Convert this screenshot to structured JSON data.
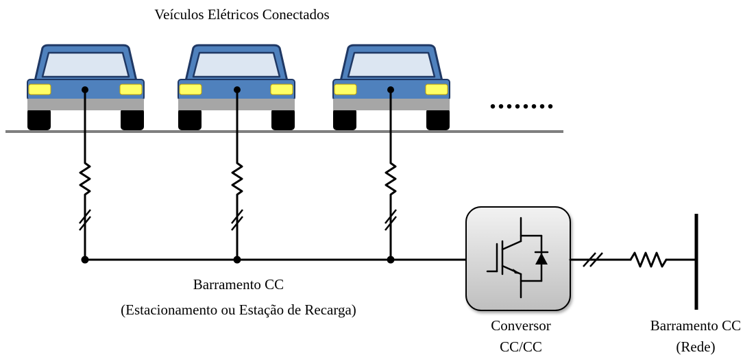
{
  "title": "Veículos Elétricos Conectados",
  "ellipsis": "........",
  "dc_bus_parking": {
    "line1": "Barramento CC",
    "line2": "(Estacionamento ou Estação de Recarga)"
  },
  "converter": {
    "line1": "Conversor",
    "line2": "CC/CC"
  },
  "dc_bus_grid": {
    "line1": "Barramento CC",
    "line2": "(Rede)"
  },
  "colors": {
    "car_body": "#4f81bd",
    "car_outline": "#1f3864",
    "windshield": "#dce6f2",
    "headlight": "#ffff66",
    "bumper": "#a6a6a6",
    "tire": "#000000",
    "ground": "#7f7f7f",
    "converter_fill": "#d9d9d9"
  },
  "vehicles": [
    {
      "name": "vehicle-1"
    },
    {
      "name": "vehicle-2"
    },
    {
      "name": "vehicle-3"
    }
  ]
}
